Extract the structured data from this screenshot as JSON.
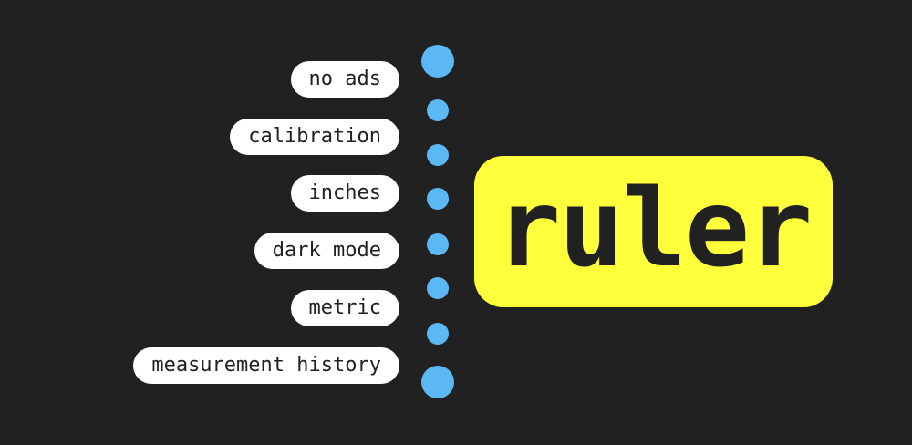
{
  "features": [
    "no ads",
    "calibration",
    "inches",
    "dark mode",
    "metric",
    "measurement history"
  ],
  "logo": {
    "text": "ruler"
  },
  "colors": {
    "background": "#212121",
    "accent_yellow": "#ffff3b",
    "dot_blue": "#5bb8f5",
    "pill": "#ffffff"
  }
}
